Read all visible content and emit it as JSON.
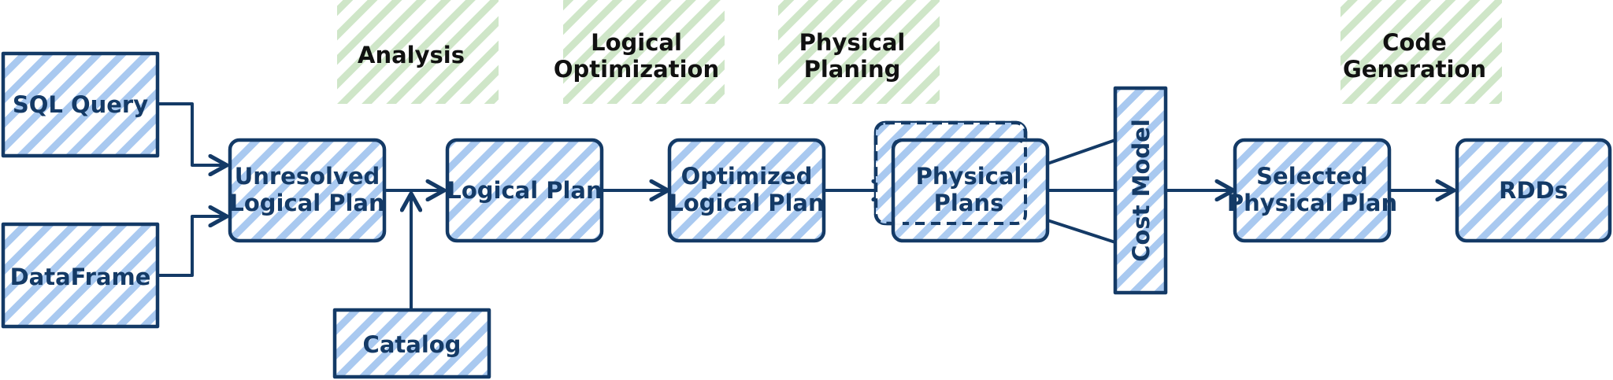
{
  "stages": {
    "analysis": "Analysis",
    "logical_optimization": [
      "Logical",
      "Optimization"
    ],
    "physical_planing": [
      "Physical",
      "Planing"
    ],
    "code_generation": [
      "Code",
      "Generation"
    ]
  },
  "nodes": {
    "sql_query": "SQL Query",
    "dataframe": "DataFrame",
    "unresolved_logical_plan": [
      "Unresolved",
      "Logical Plan"
    ],
    "catalog": "Catalog",
    "logical_plan": "Logical Plan",
    "optimized_logical_plan": [
      "Optimized",
      "Logical Plan"
    ],
    "physical_plans": [
      "Physical",
      "Plans"
    ],
    "cost_model": "Cost Model",
    "selected_physical_plan": [
      "Selected",
      "Physical Plan"
    ],
    "rdds": "RDDs"
  },
  "colors": {
    "stroke": "#143a66",
    "blue_hatch": "#a9c9f0",
    "green_hatch": "#cfe6c8",
    "stage_text": "#111111"
  }
}
